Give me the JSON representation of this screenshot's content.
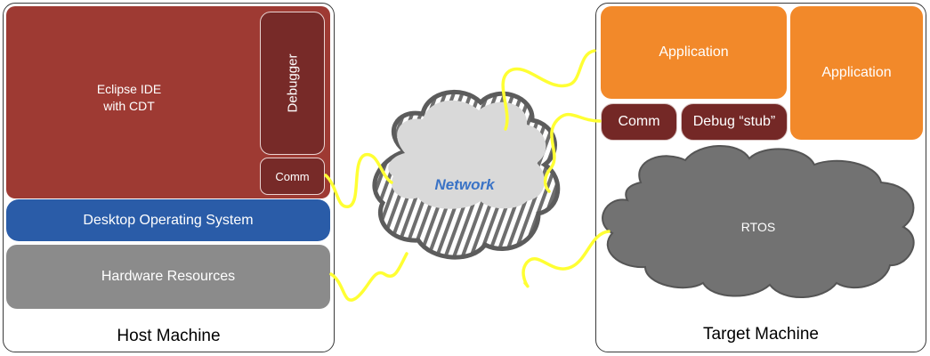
{
  "host": {
    "caption": "Host Machine",
    "eclipse_line1": "Eclipse IDE",
    "eclipse_line2": "with CDT",
    "debugger": "Debugger",
    "comm": "Comm",
    "desktop_os": "Desktop Operating System",
    "hardware": "Hardware Resources"
  },
  "network": {
    "label": "Network"
  },
  "target": {
    "caption": "Target Machine",
    "application_1": "Application",
    "application_2": "Application",
    "comm": "Comm",
    "debug_stub": "Debug “stub”",
    "rtos": "RTOS"
  },
  "colors": {
    "eclipse": "#9e3a33",
    "debugger": "#772a28",
    "desktop_os": "#2a5ca8",
    "hardware": "#8b8b8b",
    "application": "#f2892a",
    "network_cloud": "#d9d9d9",
    "rtos_cloud": "#727272",
    "wire": "#ffff33",
    "network_label": "#3a73c6"
  }
}
